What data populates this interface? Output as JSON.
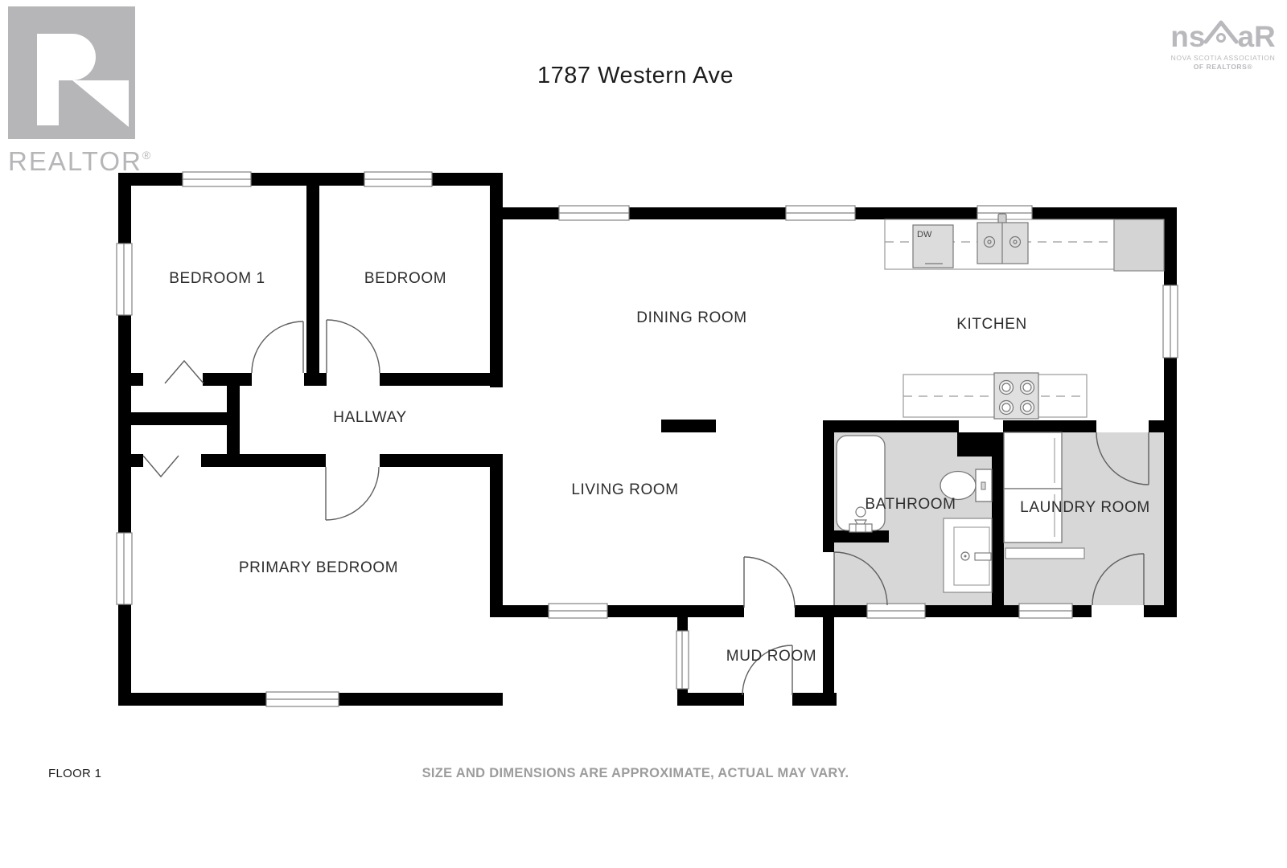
{
  "header": {
    "title": "1787 Western Ave"
  },
  "branding": {
    "realtor_logo": {
      "letter": "R",
      "wordmark": "REALTOR",
      "registered": "®"
    },
    "nsar_logo": {
      "left": "ns",
      "right": "aR",
      "house_icon": "house-roof-icon",
      "subline1": "NOVA SCOTIA ASSOCIATION",
      "subline2": "OF REALTORS®"
    }
  },
  "rooms": {
    "bedroom1": "BEDROOM 1",
    "bedroom": "BEDROOM",
    "dining": "DINING ROOM",
    "kitchen": "KITCHEN",
    "hallway": "HALLWAY",
    "living": "LIVING ROOM",
    "bathroom": "BATHROOM",
    "laundry": "LAUNDRY ROOM",
    "primary": "PRIMARY BEDROOM",
    "mudroom": "MUD ROOM"
  },
  "kitchen": {
    "dishwasher_label": "DW"
  },
  "footer": {
    "floor_label": "FLOOR 1",
    "disclaimer": "SIZE AND DIMENSIONS ARE APPROXIMATE, ACTUAL MAY VARY."
  },
  "colors": {
    "wall": "#000000",
    "shaded_floor": "#d7d7d7",
    "fixture_outline": "#777777",
    "logo_gray": "#b6b6b8",
    "disclaimer_gray": "#9c9c9c"
  }
}
